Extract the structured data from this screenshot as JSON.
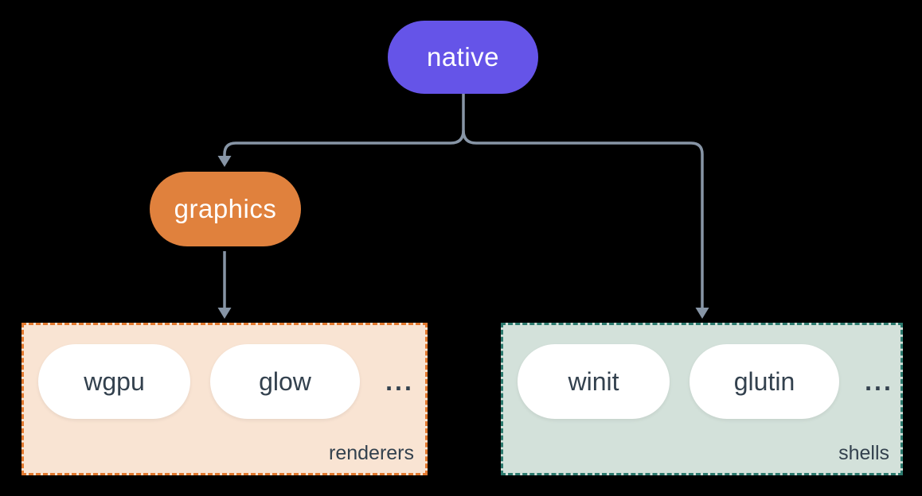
{
  "colors": {
    "bg": "#000000",
    "line": "#8795a6",
    "node-native": "#6554e8",
    "node-graphics": "#e0813d",
    "node-text": "#ffffff",
    "renderers-fill": "#f9e4d3",
    "renderers-border": "#e2792f",
    "shells-fill": "#d3e1da",
    "shells-border": "#2c7a6e",
    "pill-bg": "#ffffff",
    "pill-text": "#33414e"
  },
  "diagram": {
    "nodes": {
      "native": {
        "label": "native"
      },
      "graphics": {
        "label": "graphics"
      }
    },
    "groups": {
      "renderers": {
        "label": "renderers",
        "items": [
          "wgpu",
          "glow"
        ],
        "more": "..."
      },
      "shells": {
        "label": "shells",
        "items": [
          "winit",
          "glutin"
        ],
        "more": "..."
      }
    }
  }
}
